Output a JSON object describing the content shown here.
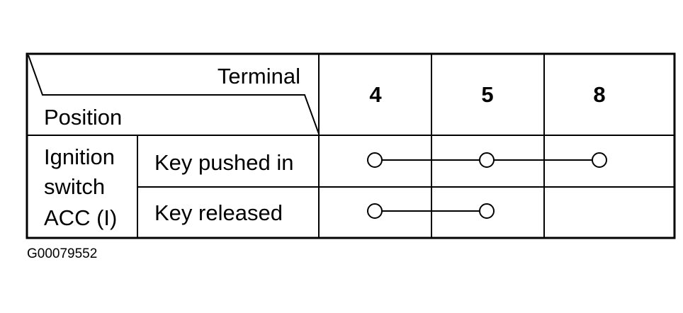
{
  "header": {
    "terminal_label": "Terminal",
    "position_label": "Position",
    "terminals": [
      "4",
      "5",
      "8"
    ]
  },
  "row_group": {
    "lines": [
      "Ignition",
      "switch",
      "ACC (I)"
    ]
  },
  "rows": [
    {
      "label": "Key pushed in",
      "connected_terminals": [
        "4",
        "5",
        "8"
      ]
    },
    {
      "label": "Key released",
      "connected_terminals": [
        "4",
        "5"
      ]
    }
  ],
  "figure_code": "G00079552"
}
